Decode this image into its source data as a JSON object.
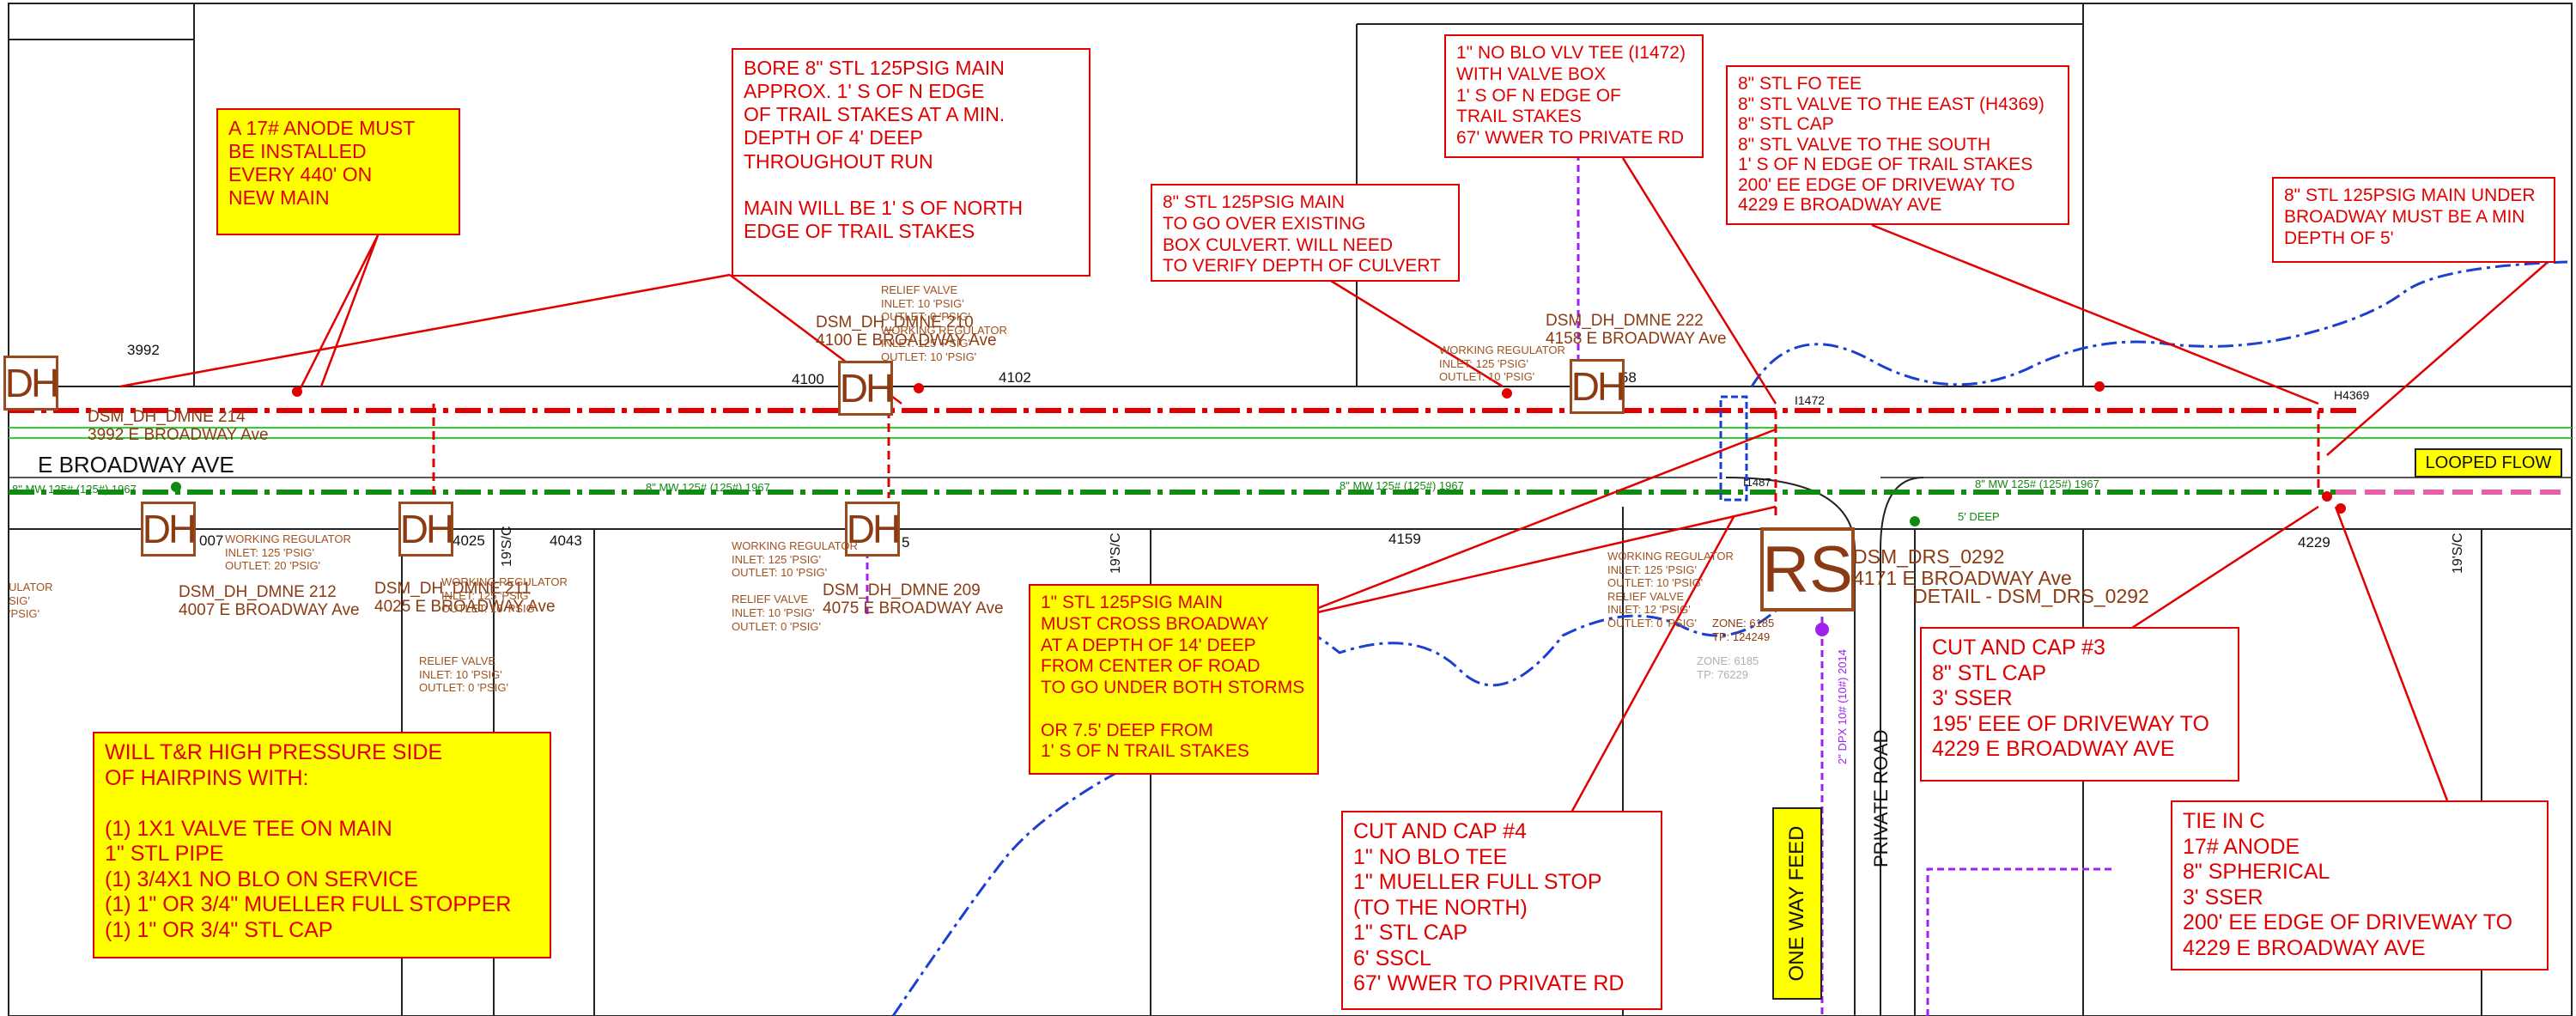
{
  "street": {
    "name": "E BROADWAY AVE",
    "private_road": "PRIVATE ROAD"
  },
  "flags": {
    "looped_flow": "LOOPED FLOW",
    "one_way_feed": "ONE WAY FEED"
  },
  "addresses": {
    "a3992": "3992",
    "a4100": "4100",
    "a4102": "4102",
    "a4158": "4158",
    "a007": "007",
    "a4025": "4025",
    "a4043": "4043",
    "a4159": "4159",
    "a4229": "4229",
    "a5": "5"
  },
  "valves": {
    "i1472": "I1472",
    "h4369": "H4369",
    "i1487": "I1487"
  },
  "curb_labels": {
    "c1": "19'S/C",
    "c2": "19'S/C",
    "c3": "19'S/C"
  },
  "mains": {
    "m1": "8\" MW 125# (125#) 1967",
    "m2": "8\" MW 125# (125#) 1967",
    "m3": "8\" MW 125# (125#) 1967",
    "m4": "8\" MW 125# (125#) 1967",
    "deep": "5' DEEP"
  },
  "stations": {
    "dmne214": "DSM_DH_DMNE 214\n3992 E BROADWAY Ave",
    "dmne210": "DSM_DH_DMNE 210\n4100 E BROADWAY Ave",
    "dmne222": "DSM_DH_DMNE 222\n4158 E BROADWAY Ave",
    "dmne212": "DSM_DH_DMNE 212\n4007 E BROADWAY Ave",
    "dmne211": "DSM_DH_DMNE 211\n4025 E BROADWAY Ave",
    "dmne209": "DSM_DH_DMNE 209\n4075 E BROADWAY Ave",
    "drs0292": "DSM_DRS_0292\n4171 E BROADWAY Ave",
    "detail": "DETAIL - DSM_DRS_0292",
    "dh": "DH",
    "rs": "RS"
  },
  "settings": {
    "s1": "RELIEF VALVE\nINLET: 10 'PSIG'\nOUTLET: 0 'PSIG'\nWORKING REGULATOR\nINLET: 125 'PSIG'\nOUTLET: 10 'PSIG'",
    "s2": "WORKING REGULATOR\nINLET: 125 'PSIG'\nOUTLET: 10 'PSIG'",
    "s3": "WORKING REGULATOR\nINLET: 125 'PSIG'\nOUTLET: 20 'PSIG'",
    "s4": "WORKING REGULATOR\nINLET: 125 'PSIG'\nOUTLET: 10 'PSIG'",
    "s5": "RELIEF VALVE\nINLET: 10 'PSIG'\nOUTLET: 0 'PSIG'",
    "s6": "WORKING REGULATOR\nINLET: 125 'PSIG'\nOUTLET: 10 'PSIG'\n\nRELIEF VALVE\nINLET: 10 'PSIG'\nOUTLET: 0 'PSIG'",
    "s7": "WORKING REGULATOR\nINLET: 125 'PSIG'\nOUTLET: 10 'PSIG'\nRELIEF VALVE\nINLET: 12 'PSIG'\nOUTLET: 0 'PSIG'",
    "s8": "ULATOR\nSIG'\n'PSIG'",
    "zone": "ZONE: 6185\nTP: 124249",
    "zone2": "ZONE: 6185\nTP: 76229",
    "service": "2\" DPX 10# (10#) 2014"
  },
  "notes": {
    "anode": "A 17# ANODE MUST\nBE INSTALLED\nEVERY 440' ON\nNEW MAIN",
    "bore": "BORE 8\" STL 125PSIG MAIN\nAPPROX. 1' S OF N EDGE\nOF TRAIL STAKES AT A MIN.\nDEPTH OF 4' DEEP\nTHROUGHOUT RUN\n\nMAIN WILL BE 1' S OF NORTH\nEDGE OF TRAIL STAKES",
    "culvert": "8\" STL 125PSIG MAIN\nTO GO OVER EXISTING\nBOX CULVERT. WILL NEED\nTO VERIFY DEPTH OF CULVERT",
    "vlvtee": "1\" NO BLO VLV TEE (I1472)\nWITH VALVE BOX\n1' S OF N EDGE OF\nTRAIL STAKES\n67' WWER TO PRIVATE RD",
    "fotee": "8\" STL FO TEE\n8\" STL VALVE TO THE EAST (H4369)\n8\" STL CAP\n8\" STL VALVE TO THE SOUTH\n1' S OF N EDGE OF TRAIL STAKES\n200' EE EDGE OF DRIVEWAY TO\n4229 E BROADWAY AVE",
    "under": "8\" STL 125PSIG MAIN UNDER\nBROADWAY MUST BE A MIN\nDEPTH OF 5'",
    "cross": "1\" STL 125PSIG MAIN\nMUST CROSS BROADWAY\nAT A DEPTH OF 14' DEEP\nFROM CENTER OF ROAD\nTO GO UNDER BOTH STORMS\n\nOR 7.5' DEEP FROM\n1' S OF N TRAIL STAKES",
    "hairpin": "WILL T&R HIGH PRESSURE SIDE\nOF HAIRPINS WITH:\n\n(1) 1X1 VALVE TEE ON MAIN\n1\" STL PIPE\n(1) 3/4X1 NO BLO ON SERVICE\n(1) 1\" OR 3/4\" MUELLER FULL STOPPER\n(1) 1\" OR 3/4\" STL CAP",
    "cap4": "CUT AND CAP #4\n1\" NO BLO TEE\n1\" MUELLER FULL STOP\n(TO THE NORTH)\n1\" STL CAP\n6' SSCL\n67' WWER TO PRIVATE RD",
    "cap3": "CUT AND CAP #3\n8\" STL CAP\n3' SSER\n195' EEE OF DRIVEWAY TO\n4229 E BROADWAY AVE",
    "tiein": "TIE IN C\n17# ANODE\n8\" SPHERICAL\n3' SSER\n200' EE EDGE OF DRIVEWAY TO\n4229 E BROADWAY AVE"
  },
  "colors": {
    "red": "#e00000",
    "green": "#108a10",
    "brown": "#8b3a12",
    "blue": "#1a3fd1",
    "purple": "#a020f0",
    "yellow": "#ffff00"
  }
}
